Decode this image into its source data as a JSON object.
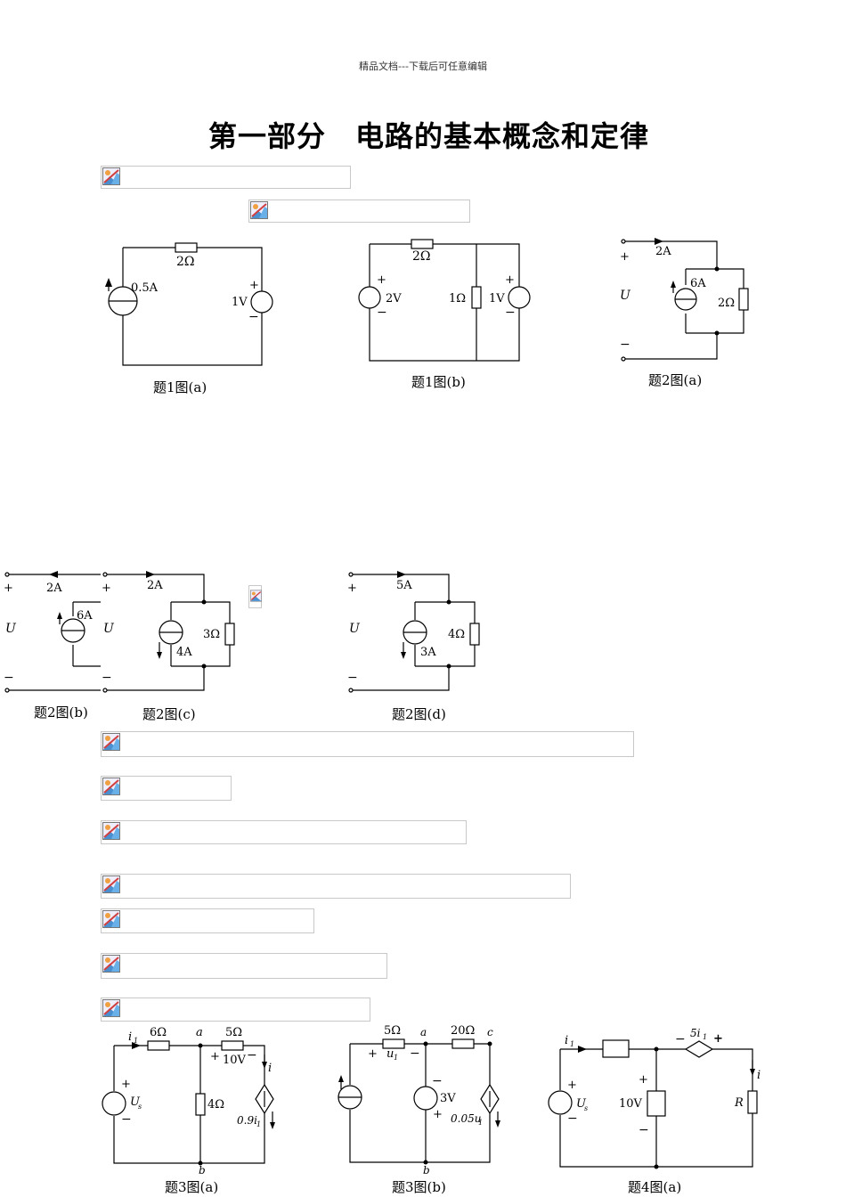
{
  "header": {
    "banner": "精品文档---下载后可任意编辑"
  },
  "title": "第一部分　电路的基本概念和定律",
  "captions": {
    "fig1a": "题1图(a)",
    "fig1b": "题1图(b)",
    "fig2a": "题2图(a)",
    "fig2b": "题2图(b)",
    "fig2c": "题2图(c)",
    "fig2d": "题2图(d)",
    "fig3a": "题3图(a)",
    "fig3b": "题3图(b)",
    "fig4a": "题4图(a)"
  },
  "labels": {
    "fig1a": {
      "r": "2Ω",
      "i": "0.5A",
      "v": "1V",
      "plus": "+",
      "minus": "−"
    },
    "fig1b": {
      "r1": "2Ω",
      "r2": "1Ω",
      "v1": "2V",
      "v2": "1V",
      "plus": "+",
      "minus": "−"
    },
    "fig2a": {
      "i": "2A",
      "src": "6A",
      "r": "2Ω",
      "u": "U",
      "plus": "+",
      "minus": "−"
    },
    "fig2b": {
      "i": "2A",
      "src": "6A",
      "u": "U",
      "plus": "+",
      "minus": "−"
    },
    "fig2c": {
      "i": "2A",
      "src": "4A",
      "r": "3Ω",
      "u": "U",
      "plus": "+",
      "minus": "−"
    },
    "fig2d": {
      "i": "5A",
      "src": "3A",
      "r": "4Ω",
      "u": "U",
      "plus": "+",
      "minus": "−"
    },
    "fig3a": {
      "i1": "i",
      "sub1": "1",
      "r1": "6Ω",
      "a": "a",
      "r2": "5Ω",
      "v": "10V",
      "i": "i",
      "r3": "4Ω",
      "us": "U",
      "subs": "s",
      "dep": "0.9i",
      "b": "b",
      "plus": "+",
      "minus": "−"
    },
    "fig3b": {
      "r1": "5Ω",
      "u1": "u",
      "sub1": "1",
      "a": "a",
      "r2": "20Ω",
      "c": "c",
      "v": "3V",
      "dep": "0.05u",
      "b": "b",
      "plus": "+",
      "minus": "−"
    },
    "fig4a": {
      "i1": "i",
      "sub1": "1",
      "dep": "5i",
      "us": "U",
      "subs": "s",
      "v": "10V",
      "r": "R",
      "i": "i",
      "plus": "+",
      "minus": "−"
    }
  }
}
